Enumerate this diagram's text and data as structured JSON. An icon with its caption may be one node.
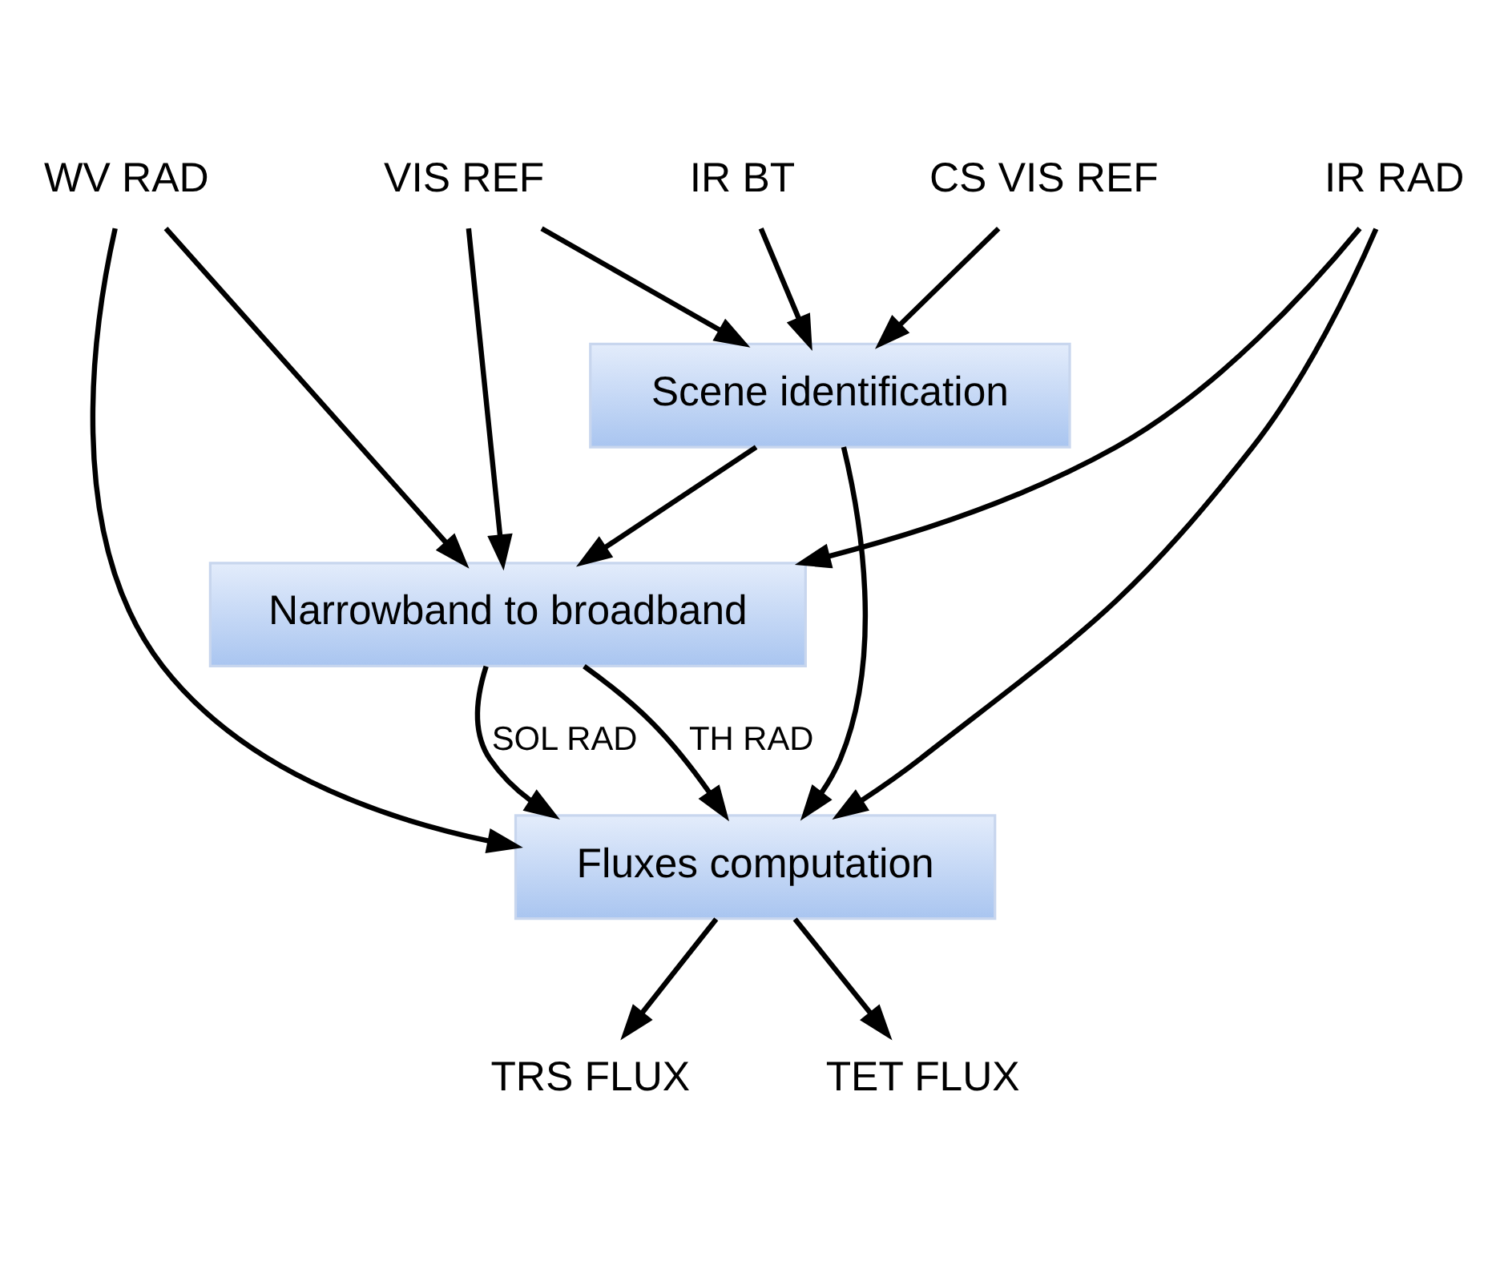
{
  "diagram": {
    "nodes": [
      {
        "text": [
          "IR BT"
        ]
      },
      {
        "text": [
          "CS VIS REF"
        ]
      },
      {
        "text": [
          "VIS REF"
        ]
      },
      {
        "text": [
          "WV RAD"
        ]
      },
      {
        "text": [
          "IR RAD"
        ]
      },
      {
        "text": [
          "Scene identification"
        ]
      },
      {
        "text": [
          "Narrowband to broadband"
        ]
      },
      {
        "text": [
          "Fluxes computation"
        ]
      },
      {
        "text": [
          "TRS FLUX"
        ]
      },
      {
        "text": [
          "TET FLUX"
        ]
      }
    ],
    "edges": [
      {
        "from": 0,
        "to": 5,
        "arrow": "to"
      },
      {
        "from": 1,
        "to": 5,
        "arrow": "to"
      },
      {
        "from": 2,
        "to": 5,
        "arrow": "to"
      },
      {
        "from": 2,
        "to": 6,
        "arrow": "to"
      },
      {
        "from": 3,
        "to": 6,
        "arrow": "to"
      },
      {
        "from": 3,
        "to": 7,
        "arrow": "to"
      },
      {
        "from": 4,
        "to": 6,
        "arrow": "to"
      },
      {
        "from": 4,
        "to": 7,
        "arrow": "to"
      },
      {
        "from": 5,
        "to": 6,
        "arrow": "to"
      },
      {
        "from": 5,
        "to": 7,
        "arrow": "to"
      },
      {
        "from": 6,
        "to": 7,
        "arrow": "to",
        "label": "SOL RAD"
      },
      {
        "from": 6,
        "to": 7,
        "arrow": "to",
        "label": "TH RAD"
      },
      {
        "from": 7,
        "to": 8,
        "arrow": "to"
      },
      {
        "from": 7,
        "to": 9,
        "arrow": "to"
      }
    ]
  }
}
